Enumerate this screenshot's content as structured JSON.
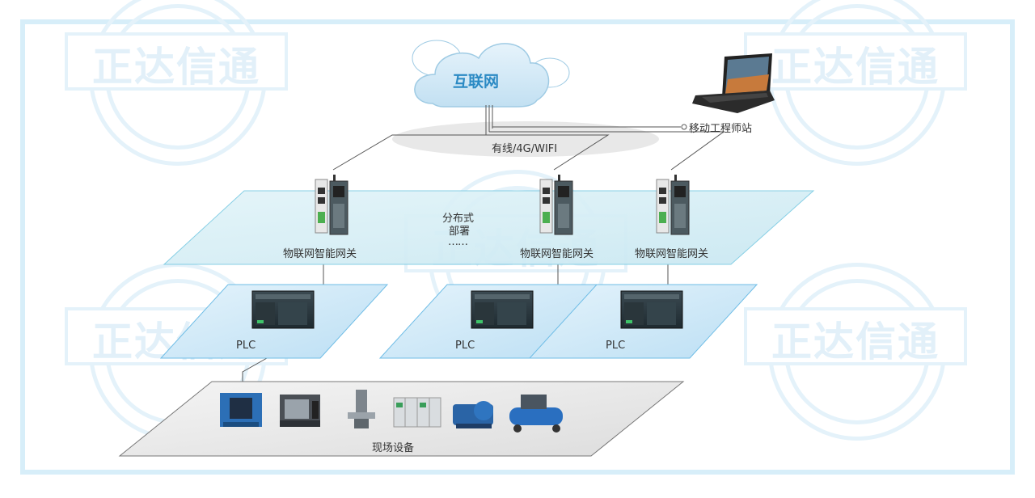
{
  "watermark": {
    "text": "正达信通"
  },
  "cloud": {
    "label": "互联网"
  },
  "connection": {
    "label": "有线/4G/WIFI"
  },
  "engineer": {
    "label": "移动工程师站",
    "icon": "laptop-icon"
  },
  "gateway_layer": {
    "deploy_label_1": "分布式",
    "deploy_label_2": "部署",
    "ellipsis": "……",
    "gateways": [
      {
        "label": "物联网智能网关",
        "icon": "gateway-device-icon"
      },
      {
        "label": "物联网智能网关",
        "icon": "gateway-device-icon"
      },
      {
        "label": "物联网智能网关",
        "icon": "gateway-device-icon"
      }
    ]
  },
  "plc_layer": {
    "plcs": [
      {
        "label": "PLC",
        "icon": "plc-icon"
      },
      {
        "label": "PLC",
        "icon": "plc-icon"
      },
      {
        "label": "PLC",
        "icon": "plc-icon"
      }
    ]
  },
  "field_layer": {
    "label": "现场设备",
    "devices": [
      {
        "icon": "press-machine-icon"
      },
      {
        "icon": "cnc-lathe-icon"
      },
      {
        "icon": "milling-machine-icon"
      },
      {
        "icon": "switchgear-cabinet-icon"
      },
      {
        "icon": "vacuum-pump-icon"
      },
      {
        "icon": "air-compressor-icon"
      }
    ]
  },
  "colors": {
    "frame": "#d7eef9",
    "gateway_plane": "#d9f0f7",
    "plc_plane": "#cfe9f8",
    "field_plane": "#e9e9e9",
    "cloud": "#cfe8f6",
    "cloud_text": "#2b8ac4"
  }
}
